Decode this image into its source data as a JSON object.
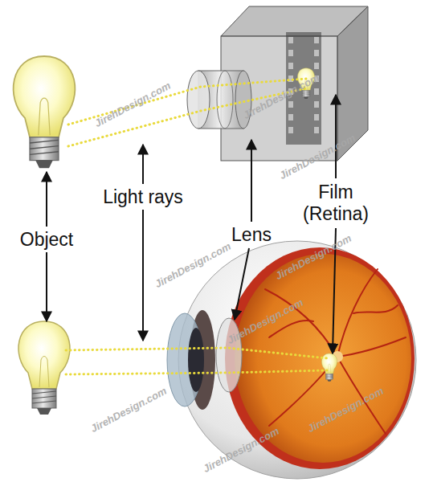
{
  "diagram": {
    "labels": [
      "Object",
      "Light rays",
      "Lens",
      "Film (Retina)",
      "JirehDesign.com",
      "JirehDesign.com",
      "JirehDesign.com",
      "JirehDesign.com",
      "JirehDesign.com",
      "JirehDesign.com",
      "JirehDesign.com",
      "JirehDesign.com",
      "JirehDesign.com"
    ]
  }
}
